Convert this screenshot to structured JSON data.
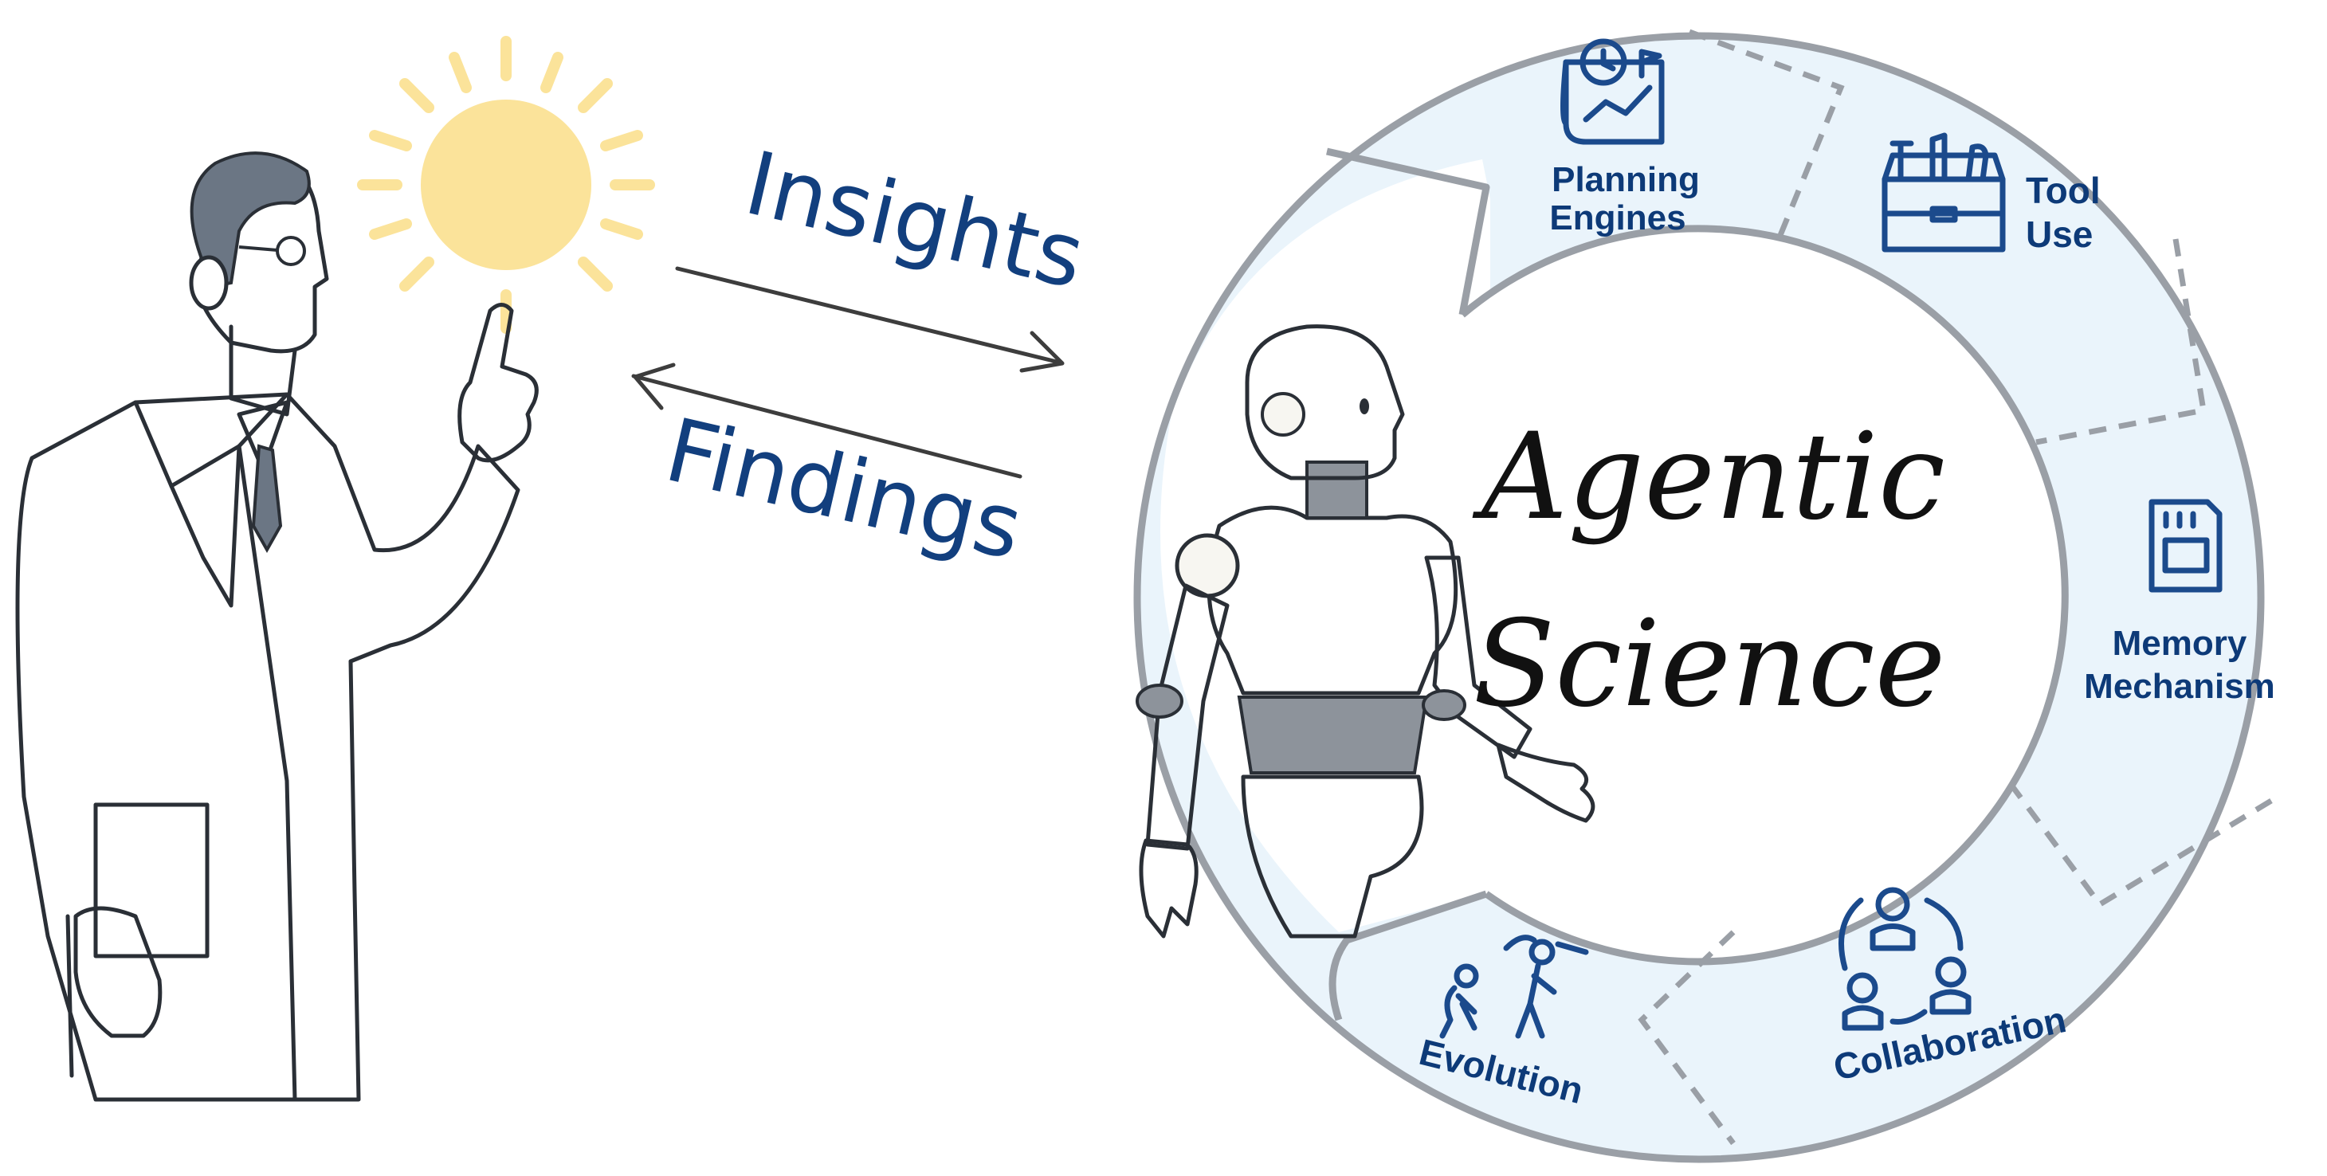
{
  "arrows": {
    "insights_label": "Insights",
    "findings_label": "Findings"
  },
  "center": {
    "line1": "Agentic",
    "line2": "Science"
  },
  "capabilities": [
    {
      "line1": "Planning",
      "line2": "Engines",
      "icon": "planning-chart-icon"
    },
    {
      "line1": "Tool",
      "line2": "Use",
      "icon": "toolbox-icon"
    },
    {
      "line1": "Memory",
      "line2": "Mechanism",
      "icon": "memory-card-icon"
    },
    {
      "line1": "Collaboration",
      "line2": "",
      "icon": "collaboration-people-icon"
    },
    {
      "line1": "Evolution",
      "line2": "",
      "icon": "evolution-figures-icon"
    }
  ],
  "colors": {
    "ring_fill": "#eaf4fb",
    "ring_stroke": "#9a9fa6",
    "label_blue": "#0d3a78",
    "sun_yellow": "#fbe39a"
  }
}
